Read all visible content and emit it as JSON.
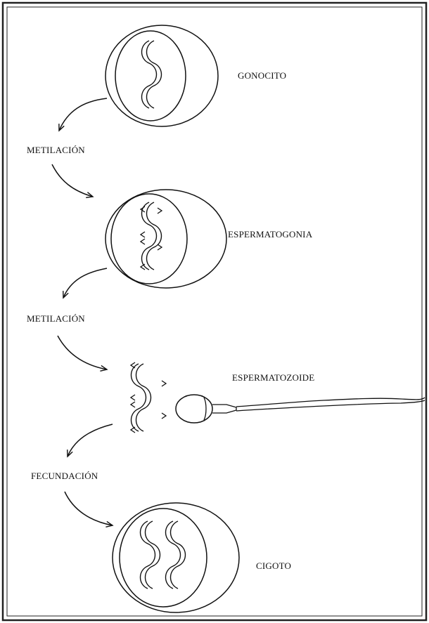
{
  "labels": {
    "gonocito": "GONOCITO",
    "metilacion_1": "METILACIÓN",
    "espermatogonia": "ESPERMATOGONIA",
    "metilacion_2": "METILACIÓN",
    "espermatozoide": "ESPERMATOZOIDE",
    "fecundacion": "FECUNDACIÓN",
    "cigoto": "CIGOTO"
  },
  "colors": {
    "line": "#111111",
    "frame": "#222222",
    "background": "#ffffff"
  }
}
